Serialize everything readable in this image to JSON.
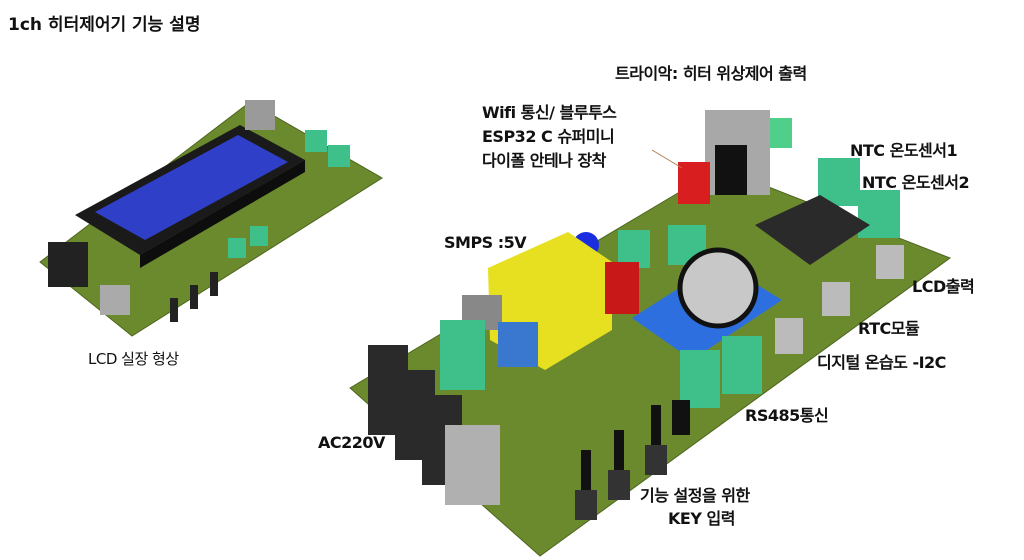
{
  "title": "1ch 히터제어기 기능 설명",
  "lcd_caption": "LCD 실장 형상",
  "labels": {
    "triac": "트라이악: 히터 위상제어 출력",
    "wifi_line1": "Wifi 통신/ 블루투스",
    "wifi_line2": "ESP32 C 슈퍼미니",
    "wifi_line3": "다이폴 안테나 장착",
    "ntc1": "NTC 온도센서1",
    "ntc2": "NTC 온도센서2",
    "smps": "SMPS :5V",
    "lcd_out": "LCD출력",
    "rtc": "RTC모듈",
    "humidity": "디지털 온습도 -I2C",
    "rs485": "RS485통신",
    "ac": "AC220V",
    "key_line1": "기능 설정을 위한",
    "key_line2": "KEY 입력"
  },
  "colors": {
    "pcb": "#6b8a2e",
    "terminal": "#3fbf8a",
    "lcd": "#2f3fc8",
    "smps": "#e6e020",
    "relay": "#d81e1e",
    "rtc": "#2e6fe0"
  }
}
